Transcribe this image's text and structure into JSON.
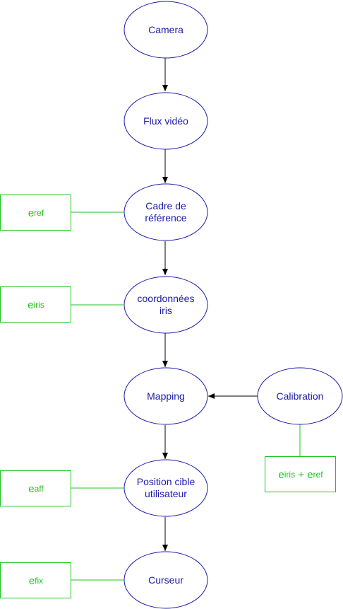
{
  "colors": {
    "node_stroke": "#1a1aa6",
    "node_text": "#1a1aa6",
    "error_stroke": "#1fc41f",
    "error_text": "#1fc41f",
    "edge": "#000000"
  },
  "nodes": {
    "camera": "Camera",
    "flux": "Flux vidéo",
    "cadre_line1": "Cadre de",
    "cadre_line2": "référence",
    "coord_line1": "coordonnées",
    "coord_line2": "iris",
    "mapping": "Mapping",
    "calibration": "Calibration",
    "position_line1": "Position cible",
    "position_line2": "utilisateur",
    "curseur": "Curseur"
  },
  "errors": {
    "ref": {
      "base": "e",
      "sub": "ref"
    },
    "iris": {
      "base": "e",
      "sub": "iris"
    },
    "aff": {
      "base": "e",
      "sub": "aff"
    },
    "fix": {
      "base": "e",
      "sub": "fix"
    },
    "calib": {
      "base1": "e",
      "sub1": "iris",
      "plus": " + ",
      "base2": "e",
      "sub2": "ref"
    }
  }
}
